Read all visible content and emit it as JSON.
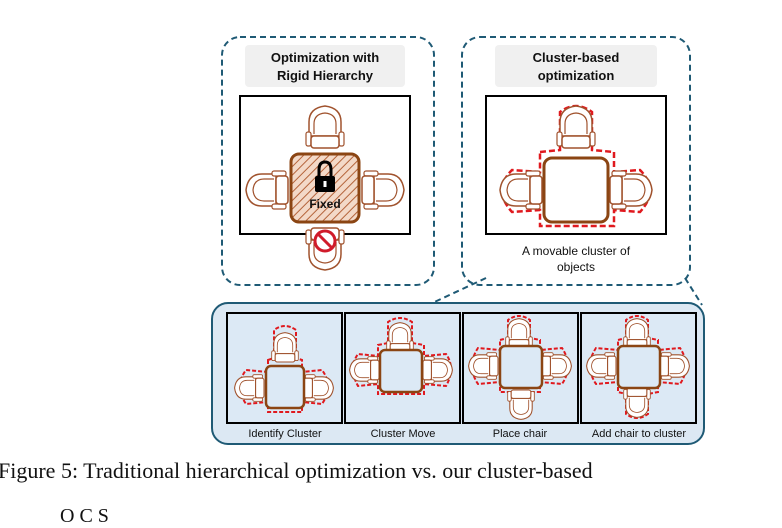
{
  "panels": {
    "rigid": {
      "title_line1": "Optimization with",
      "title_line2": "Rigid Hierarchy",
      "fixed_label": "Fixed"
    },
    "cluster": {
      "title_line1": "Cluster-based",
      "title_line2": "optimization",
      "caption_line1": "A movable cluster of",
      "caption_line2": "objects"
    }
  },
  "steps": [
    {
      "label": "Identify Cluster"
    },
    {
      "label": "Cluster Move"
    },
    {
      "label": "Place chair"
    },
    {
      "label": "Add chair to cluster"
    }
  ],
  "figure_caption": "Figure 5: Traditional hierarchical optimization vs. our cluster-based",
  "partial_line": "O                              C                  S",
  "colors": {
    "panel_border": "#1f5a75",
    "strip_bg": "#dce8f3",
    "table_brown": "#8b4513",
    "chair_stroke": "#a0522d",
    "cluster_red": "#e0191e",
    "ban_red": "#d01b2a",
    "room_fill": "#dce9f5"
  }
}
